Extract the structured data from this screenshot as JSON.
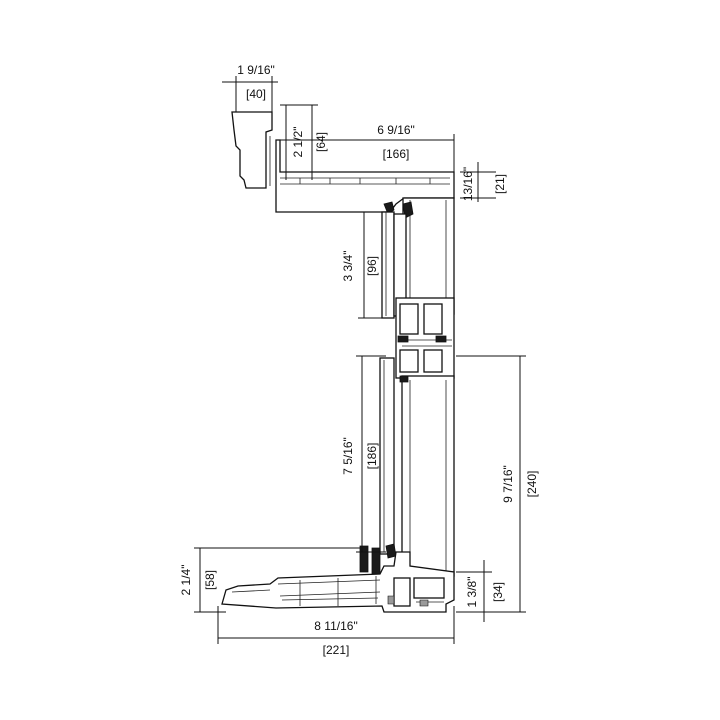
{
  "dimensions": {
    "head_width_imperial": "1 9/16\"",
    "head_width_metric": "[40]",
    "head_height_imperial": "2 1/2\"",
    "head_height_metric": "[64]",
    "frame_depth_imperial": "6 9/16\"",
    "frame_depth_metric": "[166]",
    "head_lip_imperial": "13/16\"",
    "head_lip_metric": "[21]",
    "upper_sash_imperial": "3 3/4\"",
    "upper_sash_metric": "[96]",
    "lower_sash_imperial": "7 5/16\"",
    "lower_sash_metric": "[186]",
    "overall_height_imperial": "9 7/16\"",
    "overall_height_metric": "[240]",
    "sill_height_imperial": "2 1/4\"",
    "sill_height_metric": "[58]",
    "sill_lip_imperial": "1 3/8\"",
    "sill_lip_metric": "[34]",
    "sill_depth_imperial": "8 11/16\"",
    "sill_depth_metric": "[221]"
  },
  "colors": {
    "line": "#111111",
    "background": "#ffffff",
    "gasket": "#1a1a1a"
  }
}
